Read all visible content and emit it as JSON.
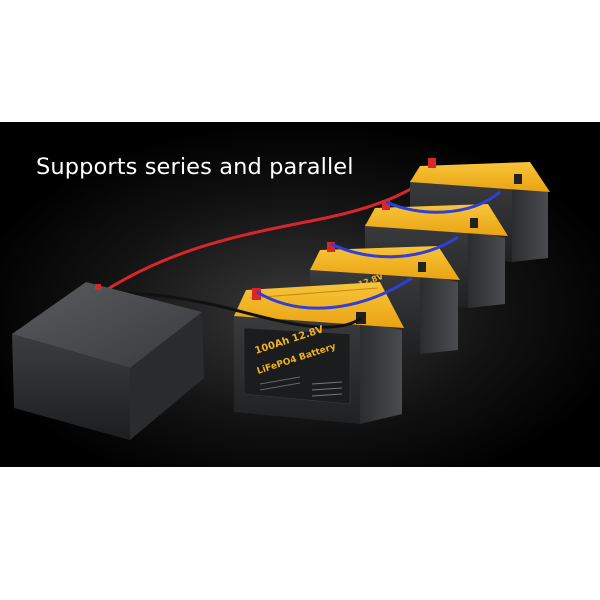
{
  "headline": "Supports series and parallel",
  "battery_front": {
    "capacity_label": "100Ah 12.8V",
    "chemistry_label": "LiFePO4 Battery"
  },
  "battery_second": {
    "capacity_label": "100Ah 12.8V"
  },
  "colors": {
    "background": "#000000",
    "battery_lid": "#f2b21c",
    "battery_body": "#2a2b2d",
    "series_cable": "#d8262a",
    "parallel_link": "#2f3fd8",
    "terminal_red": "#d8262a"
  }
}
